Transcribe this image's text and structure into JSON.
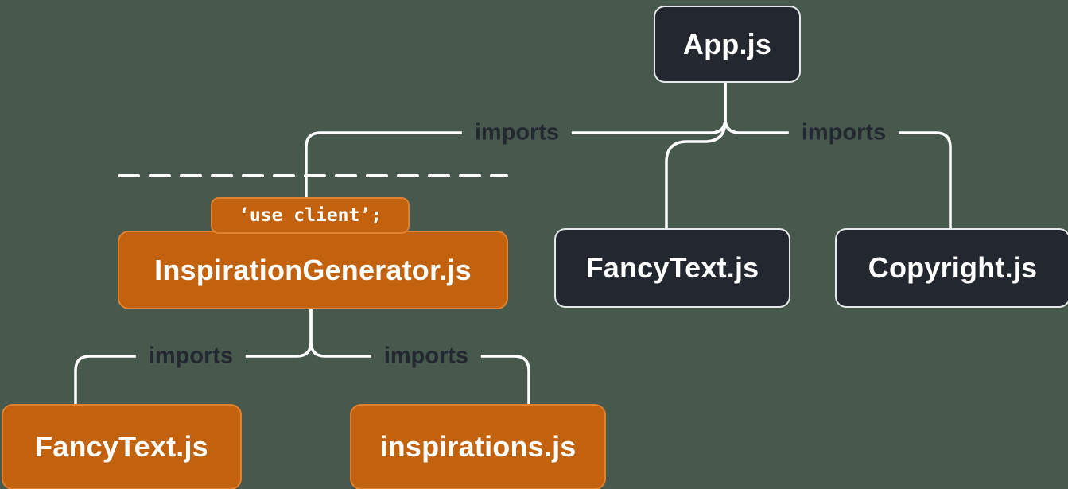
{
  "colors": {
    "background": "#47584d",
    "server_box_fill": "#23272f",
    "server_box_border": "#e6e8eb",
    "client_box_fill": "#c2610e",
    "client_box_border": "#e0812f",
    "connector_line": "#ffffff",
    "imports_label_text": "#23272f",
    "node_text": "#ffffff"
  },
  "labels": {
    "imports": "imports",
    "use_client_directive": "‘use client’;"
  },
  "nodes": {
    "app": {
      "label": "App.js",
      "type": "server"
    },
    "inspiration_generator": {
      "label": "InspirationGenerator.js",
      "type": "client"
    },
    "fancy_text_server": {
      "label": "FancyText.js",
      "type": "server"
    },
    "copyright": {
      "label": "Copyright.js",
      "type": "server"
    },
    "fancy_text_client": {
      "label": "FancyText.js",
      "type": "client"
    },
    "inspirations": {
      "label": "inspirations.js",
      "type": "client"
    }
  },
  "edges": [
    {
      "from": "App.js",
      "to": "InspirationGenerator.js",
      "label": "imports"
    },
    {
      "from": "App.js",
      "to": "FancyText.js",
      "label": ""
    },
    {
      "from": "App.js",
      "to": "Copyright.js",
      "label": "imports"
    },
    {
      "from": "InspirationGenerator.js",
      "to": "FancyText.js",
      "label": "imports"
    },
    {
      "from": "InspirationGenerator.js",
      "to": "inspirations.js",
      "label": "imports"
    }
  ],
  "boundary": {
    "style": "dashed",
    "meaning": "client boundary above InspirationGenerator.js"
  }
}
